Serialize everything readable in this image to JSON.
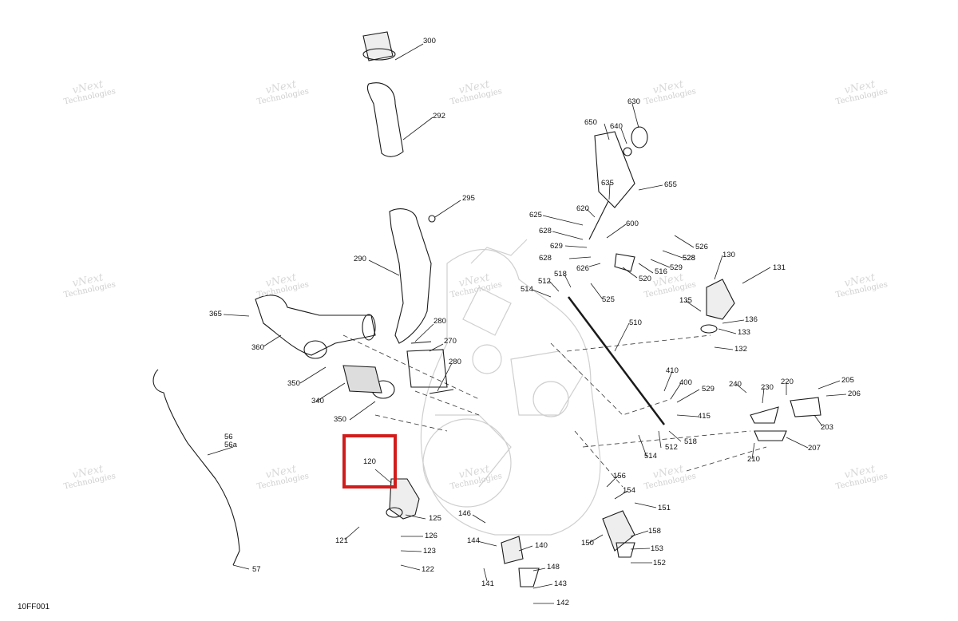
{
  "diagram": {
    "figure_code": "10FF001",
    "highlight_callout": "120",
    "watermark": {
      "line1": "vNext",
      "line2": "Technologies"
    },
    "callouts": [
      "300",
      "292",
      "295",
      "290",
      "365",
      "360",
      "350",
      "340",
      "280",
      "270",
      "56",
      "56a",
      "57",
      "120",
      "125",
      "126",
      "123",
      "122",
      "121",
      "146",
      "144",
      "140",
      "141",
      "148",
      "143",
      "142",
      "650",
      "640",
      "630",
      "635",
      "655",
      "620",
      "625",
      "628",
      "629",
      "626",
      "600",
      "526",
      "528",
      "529",
      "516",
      "520",
      "525",
      "512",
      "518",
      "514",
      "510",
      "130",
      "131",
      "135",
      "136",
      "133",
      "132",
      "410",
      "400",
      "415",
      "240",
      "230",
      "220",
      "205",
      "206",
      "203",
      "207",
      "210",
      "156",
      "154",
      "151",
      "150",
      "158",
      "153",
      "152"
    ]
  },
  "colors": {
    "highlight": "#d21c1c",
    "line": "#1a1a1a",
    "ghost": "#c8c8c8",
    "watermark": "#cfcfcf"
  }
}
